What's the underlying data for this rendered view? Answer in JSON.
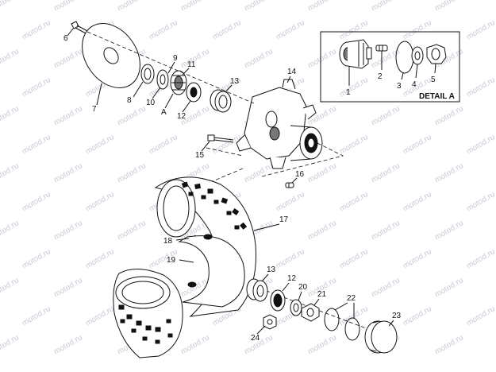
{
  "watermark": "motod.ru",
  "detail_title": "DETAIL A",
  "callouts": {
    "c1": "1",
    "c2": "2",
    "c3": "3",
    "c4": "4",
    "c5": "5",
    "c6": "6",
    "c7": "7",
    "c8": "8",
    "c9": "9",
    "c10": "10",
    "c11": "11",
    "cA": "A",
    "c12": "12",
    "c13": "13",
    "c14": "14",
    "c15": "15",
    "c16": "16",
    "c17": "17",
    "c18": "18",
    "c19": "19",
    "c13b": "13",
    "c12b": "12",
    "c20": "20",
    "c21": "21",
    "c22": "22",
    "c23": "23",
    "c24": "24"
  }
}
